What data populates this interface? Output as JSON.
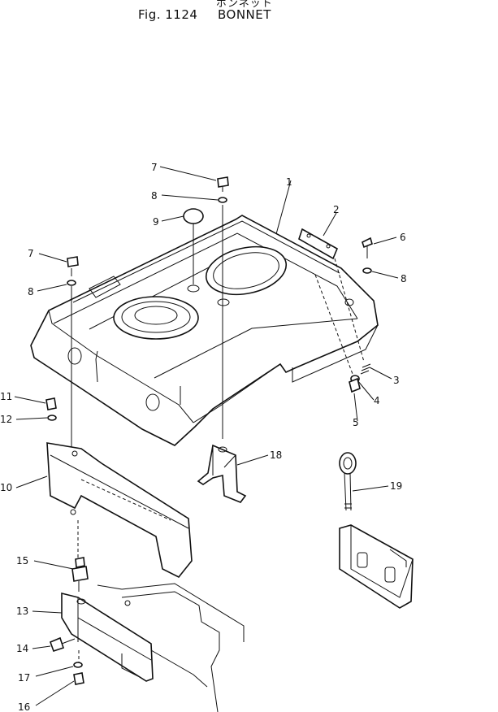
{
  "header": {
    "jp_title": "ボンネット",
    "fig_label": "Fig. 1124",
    "name": "BONNET"
  },
  "callouts": [
    "1",
    "2",
    "3",
    "4",
    "5",
    "6",
    "7",
    "7",
    "8",
    "8",
    "8",
    "9",
    "10",
    "11",
    "12",
    "13",
    "14",
    "15",
    "16",
    "17",
    "18",
    "19"
  ]
}
